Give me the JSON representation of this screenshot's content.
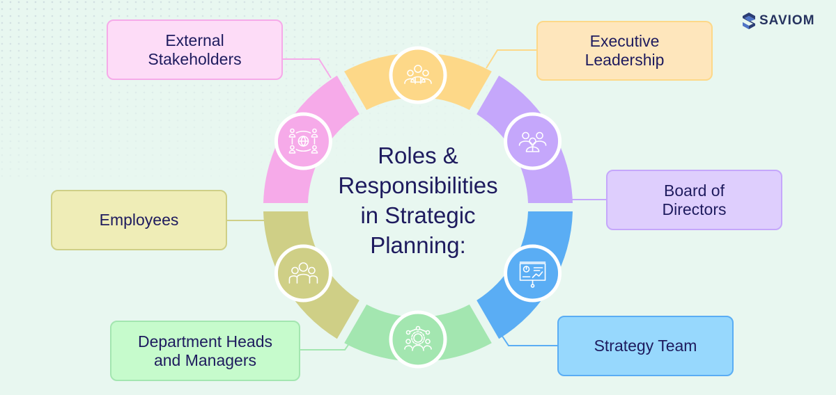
{
  "brand": {
    "name": "SAVIOM",
    "colors": {
      "mark_dark": "#2b3d74",
      "mark_light": "#4f74c6",
      "text": "#26335f"
    }
  },
  "title": "Roles &\nResponsibilities\nin Strategic\nPlanning:",
  "colors": {
    "background": "#e8f7f0",
    "text": "#1e1b5e"
  },
  "roles": [
    {
      "id": "executive-leadership",
      "label": "Executive\nLeadership",
      "icon": "executive-team-icon",
      "segment_color": "#fdd888",
      "box_fill": "#fee6bc",
      "box_border": "#fdd888"
    },
    {
      "id": "board-of-directors",
      "label": "Board of\nDirectors",
      "icon": "board-members-icon",
      "segment_color": "#c5a7fb",
      "box_fill": "#decefd",
      "box_border": "#c5a7fb"
    },
    {
      "id": "strategy-team",
      "label": "Strategy Team",
      "icon": "presentation-chart-icon",
      "segment_color": "#5aadf4",
      "box_fill": "#97d8fd",
      "box_border": "#5aadf4"
    },
    {
      "id": "department-heads",
      "label": "Department Heads\nand Managers",
      "icon": "manager-network-icon",
      "segment_color": "#a3e6b0",
      "box_fill": "#c6fbcc",
      "box_border": "#a3e6b0"
    },
    {
      "id": "employees",
      "label": "Employees",
      "icon": "employees-group-icon",
      "segment_color": "#cfcf86",
      "box_fill": "#efedb7",
      "box_border": "#cfcf86"
    },
    {
      "id": "external-stakeholders",
      "label": "External\nStakeholders",
      "icon": "global-stakeholders-icon",
      "segment_color": "#f6aae9",
      "box_fill": "#fddcf7",
      "box_border": "#f6aae9"
    }
  ]
}
